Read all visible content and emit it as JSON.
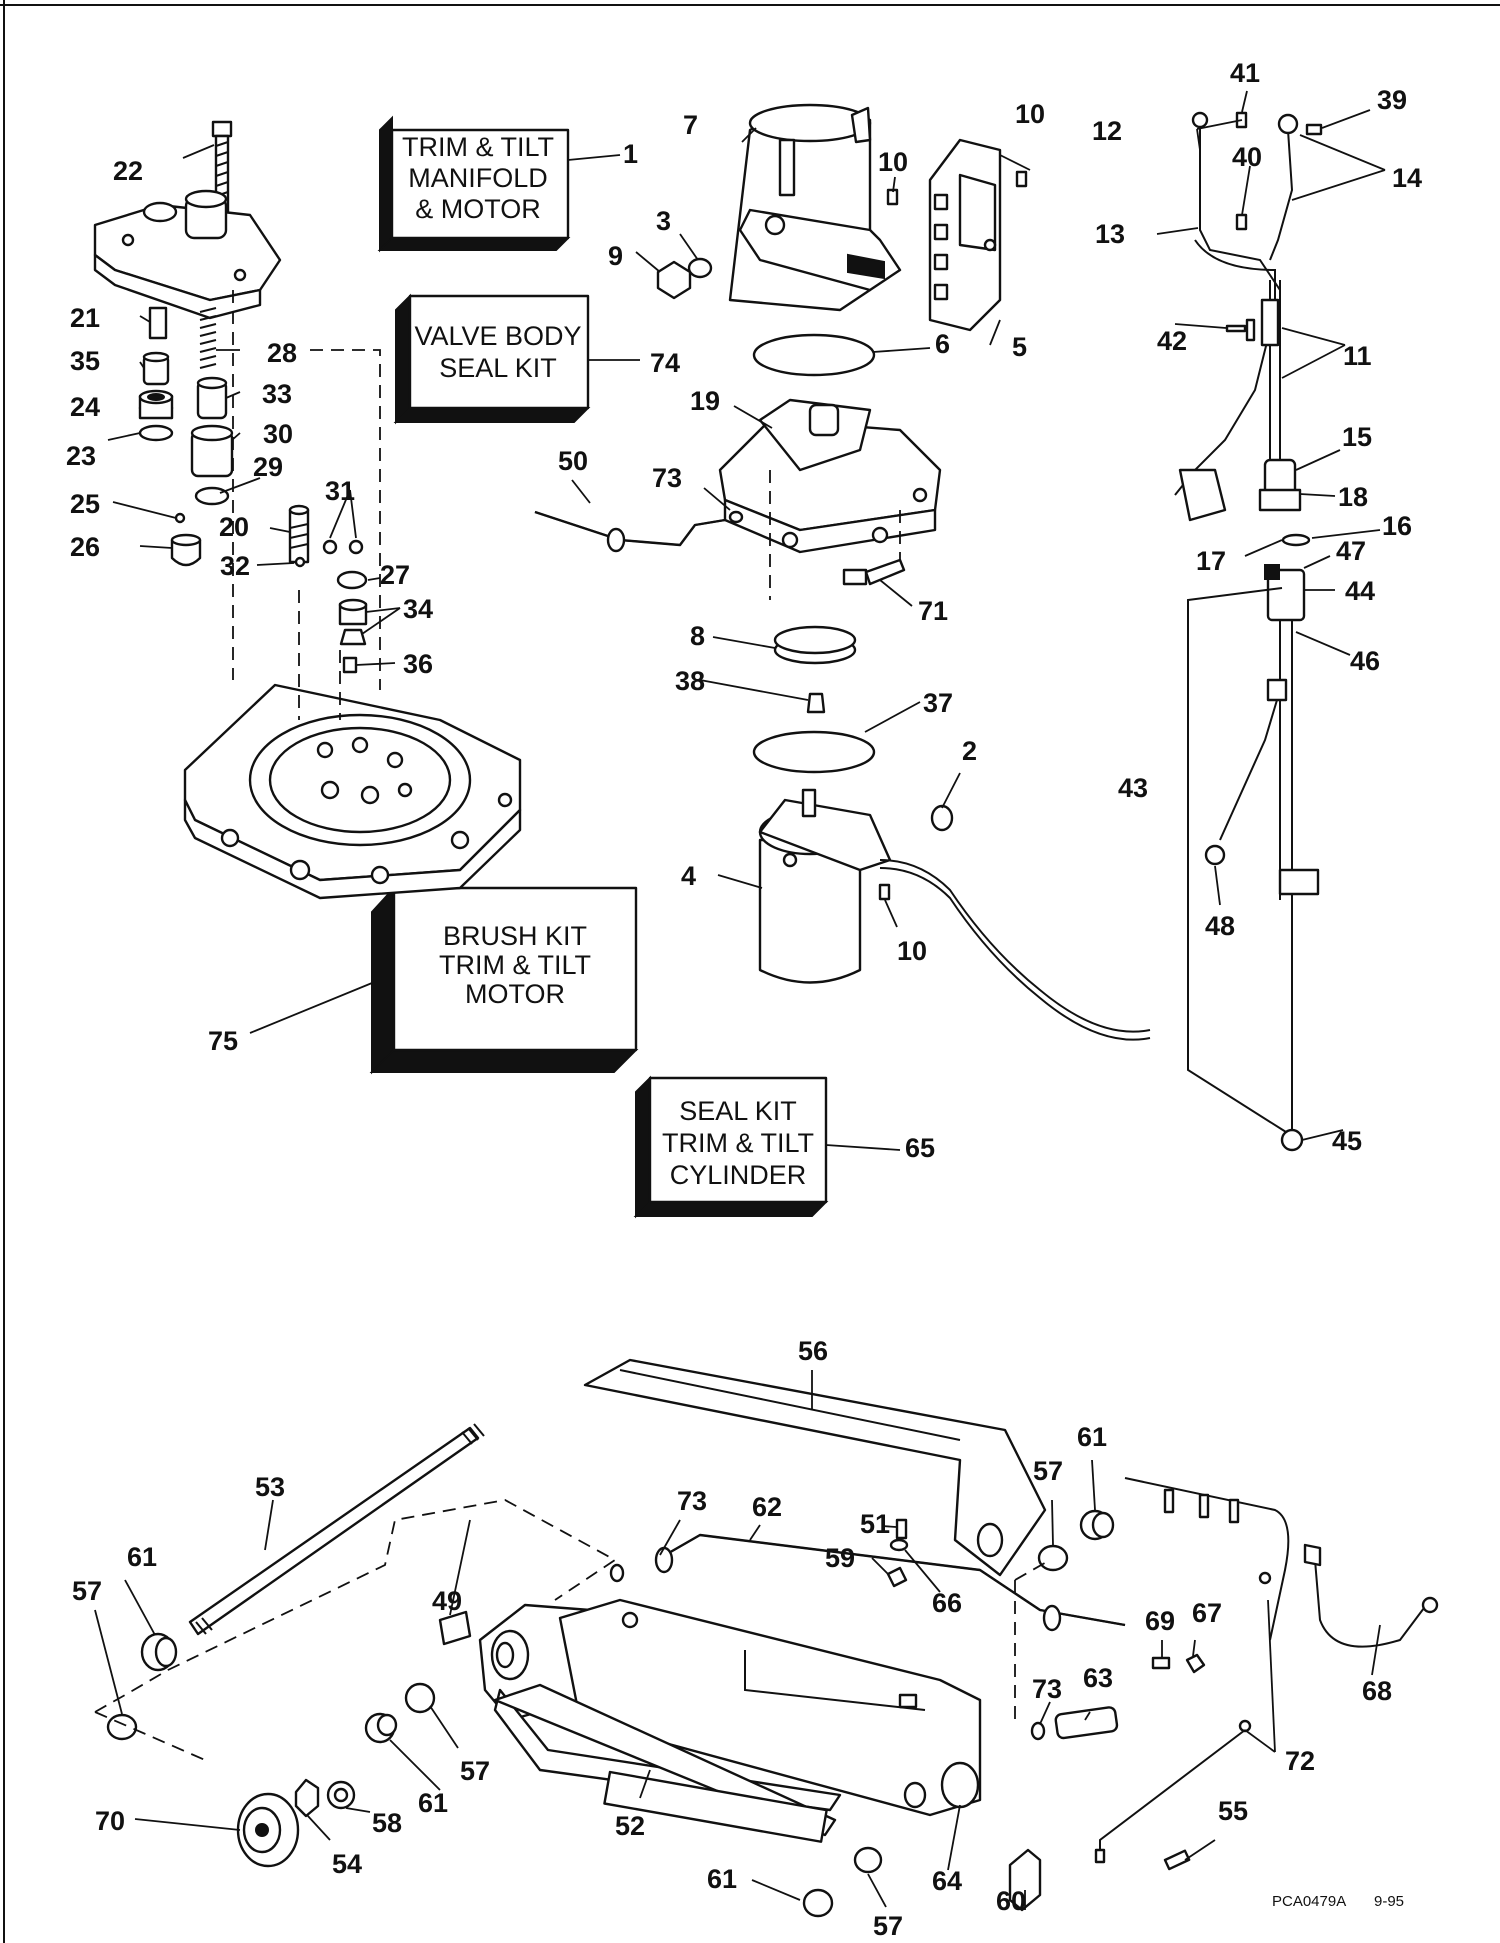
{
  "kit_boxes": {
    "manifold_motor": [
      "TRIM & TILT",
      "MANIFOLD",
      "& MOTOR"
    ],
    "valve_body_seal": [
      "VALVE BODY",
      "SEAL KIT"
    ],
    "brush_kit": [
      "BRUSH KIT",
      "TRIM & TILT",
      "MOTOR"
    ],
    "cylinder_seal": [
      "SEAL KIT",
      "TRIM & TILT",
      "CYLINDER"
    ]
  },
  "drawing_code": "PCA0479A",
  "drawing_date": "9-95",
  "callouts": {
    "c1": "1",
    "c2": "2",
    "c3": "3",
    "c4": "4",
    "c5": "5",
    "c6": "6",
    "c7": "7",
    "c8": "8",
    "c9": "9",
    "c10a": "10",
    "c10b": "10",
    "c10c": "10",
    "c11": "11",
    "c12": "12",
    "c13": "13",
    "c14": "14",
    "c15": "15",
    "c16": "16",
    "c17": "17",
    "c18": "18",
    "c19": "19",
    "c20": "20",
    "c21": "21",
    "c22": "22",
    "c23": "23",
    "c24": "24",
    "c25": "25",
    "c26": "26",
    "c27": "27",
    "c28": "28",
    "c29": "29",
    "c30": "30",
    "c31": "31",
    "c32": "32",
    "c33": "33",
    "c34": "34",
    "c35": "35",
    "c36": "36",
    "c37": "37",
    "c38": "38",
    "c39": "39",
    "c40": "40",
    "c41": "41",
    "c42": "42",
    "c43": "43",
    "c44": "44",
    "c45": "45",
    "c46": "46",
    "c47": "47",
    "c48": "48",
    "c49": "49",
    "c50": "50",
    "c51": "51",
    "c52": "52",
    "c53": "53",
    "c54": "54",
    "c55": "55",
    "c56": "56",
    "c57a": "57",
    "c57b": "57",
    "c57c": "57",
    "c57d": "57",
    "c58": "58",
    "c59": "59",
    "c60": "60",
    "c61a": "61",
    "c61b": "61",
    "c61c": "61",
    "c61d": "61",
    "c62": "62",
    "c63": "63",
    "c64": "64",
    "c65": "65",
    "c66": "66",
    "c67": "67",
    "c68": "68",
    "c69": "69",
    "c70": "70",
    "c71": "71",
    "c72": "72",
    "c73a": "73",
    "c73b": "73",
    "c73c": "73",
    "c74": "74",
    "c75": "75"
  }
}
